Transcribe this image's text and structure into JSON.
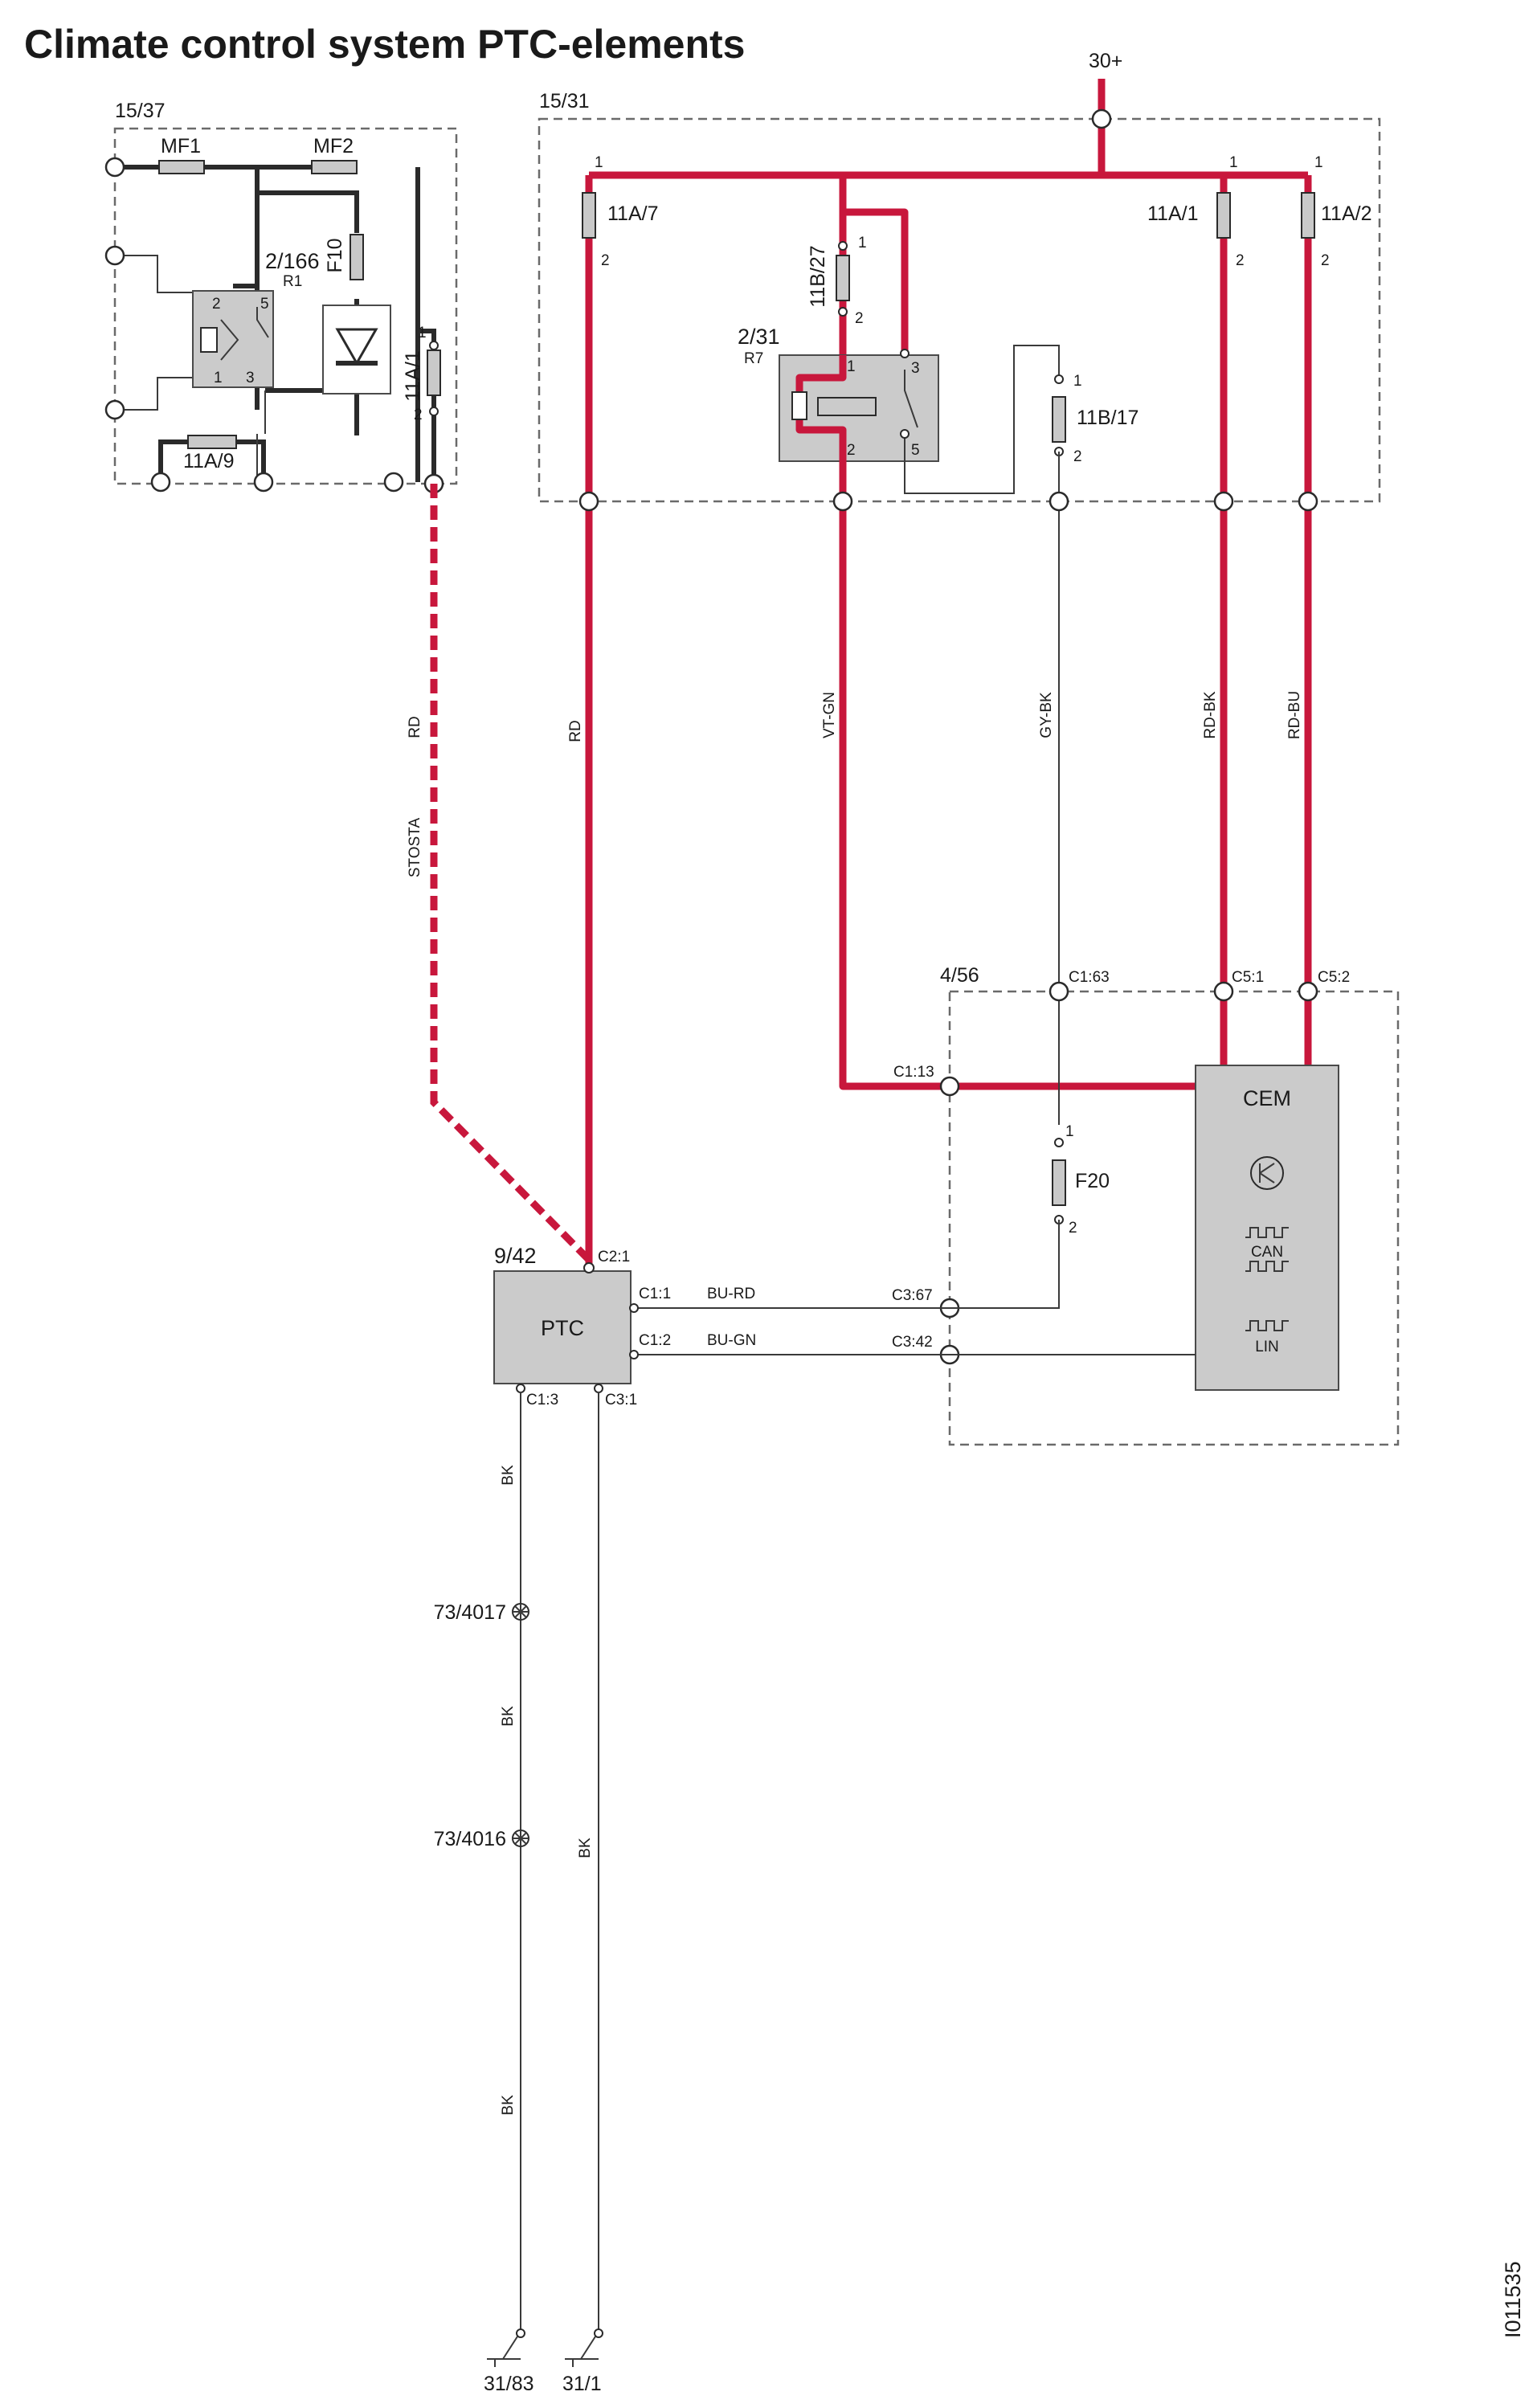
{
  "title": "Climate control system PTC-elements",
  "doc_id": "I011535",
  "supply": "30+",
  "boxes": {
    "fuse_box_left": "15/37",
    "fuse_box_right": "15/31",
    "cem_box": "4/56"
  },
  "left_box": {
    "fuse_mf1": "MF1",
    "fuse_mf2": "MF2",
    "fuse_f10": "F10",
    "relay_ref": "2/166",
    "relay_name": "R1",
    "fuse_11a9": "11A/9",
    "fuse_11a1_left": "11A/1",
    "pin_1": "1",
    "pin_2": "2",
    "relay_pin_2": "2",
    "relay_pin_1": "1",
    "relay_pin_5": "5",
    "relay_pin_3": "3"
  },
  "right_box": {
    "fuse_11a7": "11A/7",
    "fuse_11b27": "11B/27",
    "relay_ref": "2/31",
    "relay_name": "R7",
    "fuse_11b17": "11B/17",
    "fuse_11a1": "11A/1",
    "fuse_11a2": "11A/2",
    "pin_1": "1",
    "pin_2": "2",
    "pin_3": "3",
    "pin_5": "5"
  },
  "wires": {
    "rd_left": "RD",
    "stosta": "STOSTA",
    "rd": "RD",
    "vt_gn": "VT-GN",
    "gy_bk": "GY-BK",
    "rd_bk": "RD-BK",
    "rd_bu": "RD-BU",
    "bu_rd": "BU-RD",
    "bu_gn": "BU-GN",
    "bk": "BK"
  },
  "connectors": {
    "c1_63": "C1:63",
    "c5_1": "C5:1",
    "c5_2": "C5:2",
    "c1_13": "C1:13",
    "c3_67": "C3:67",
    "c3_42": "C3:42",
    "c2_1": "C2:1",
    "c1_1": "C1:1",
    "c1_2": "C1:2",
    "c1_3": "C1:3",
    "c3_1": "C3:1"
  },
  "cem": {
    "name": "CEM",
    "can": "CAN",
    "lin": "LIN",
    "fuse_f20": "F20"
  },
  "ptc": {
    "ref": "9/42",
    "name": "PTC"
  },
  "grounds": {
    "g4017": "73/4017",
    "g4016": "73/4016",
    "g3183": "31/83",
    "g311": "31/1"
  }
}
